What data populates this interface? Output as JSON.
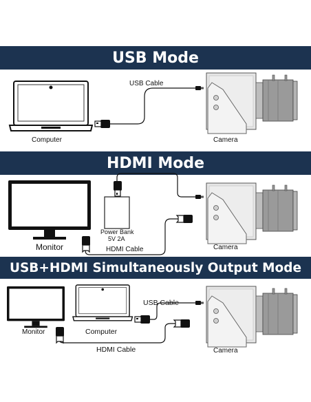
{
  "sections": {
    "usb": {
      "title": "USB Mode",
      "labels": {
        "cable": "USB Cable",
        "computer": "Computer",
        "camera": "Camera"
      }
    },
    "hdmi": {
      "title": "HDMI Mode",
      "labels": {
        "monitor": "Monitor",
        "power_bank": "Power Bank",
        "power_bank_spec": "5V 2A",
        "cable": "HDMI Cable",
        "camera": "Camera"
      }
    },
    "both": {
      "title": "USB+HDMI Simultaneously Output Mode",
      "labels": {
        "usb_cable": "USB Cable",
        "monitor": "Monitor",
        "computer": "Computer",
        "hdmi_cable": "HDMI Cable",
        "camera": "Camera"
      }
    }
  },
  "colors": {
    "banner": "#1c3350",
    "banner_text": "#ffffff",
    "line": "#111111",
    "camera_body": "#e6e6e6",
    "lens": "#9a9a9a"
  }
}
